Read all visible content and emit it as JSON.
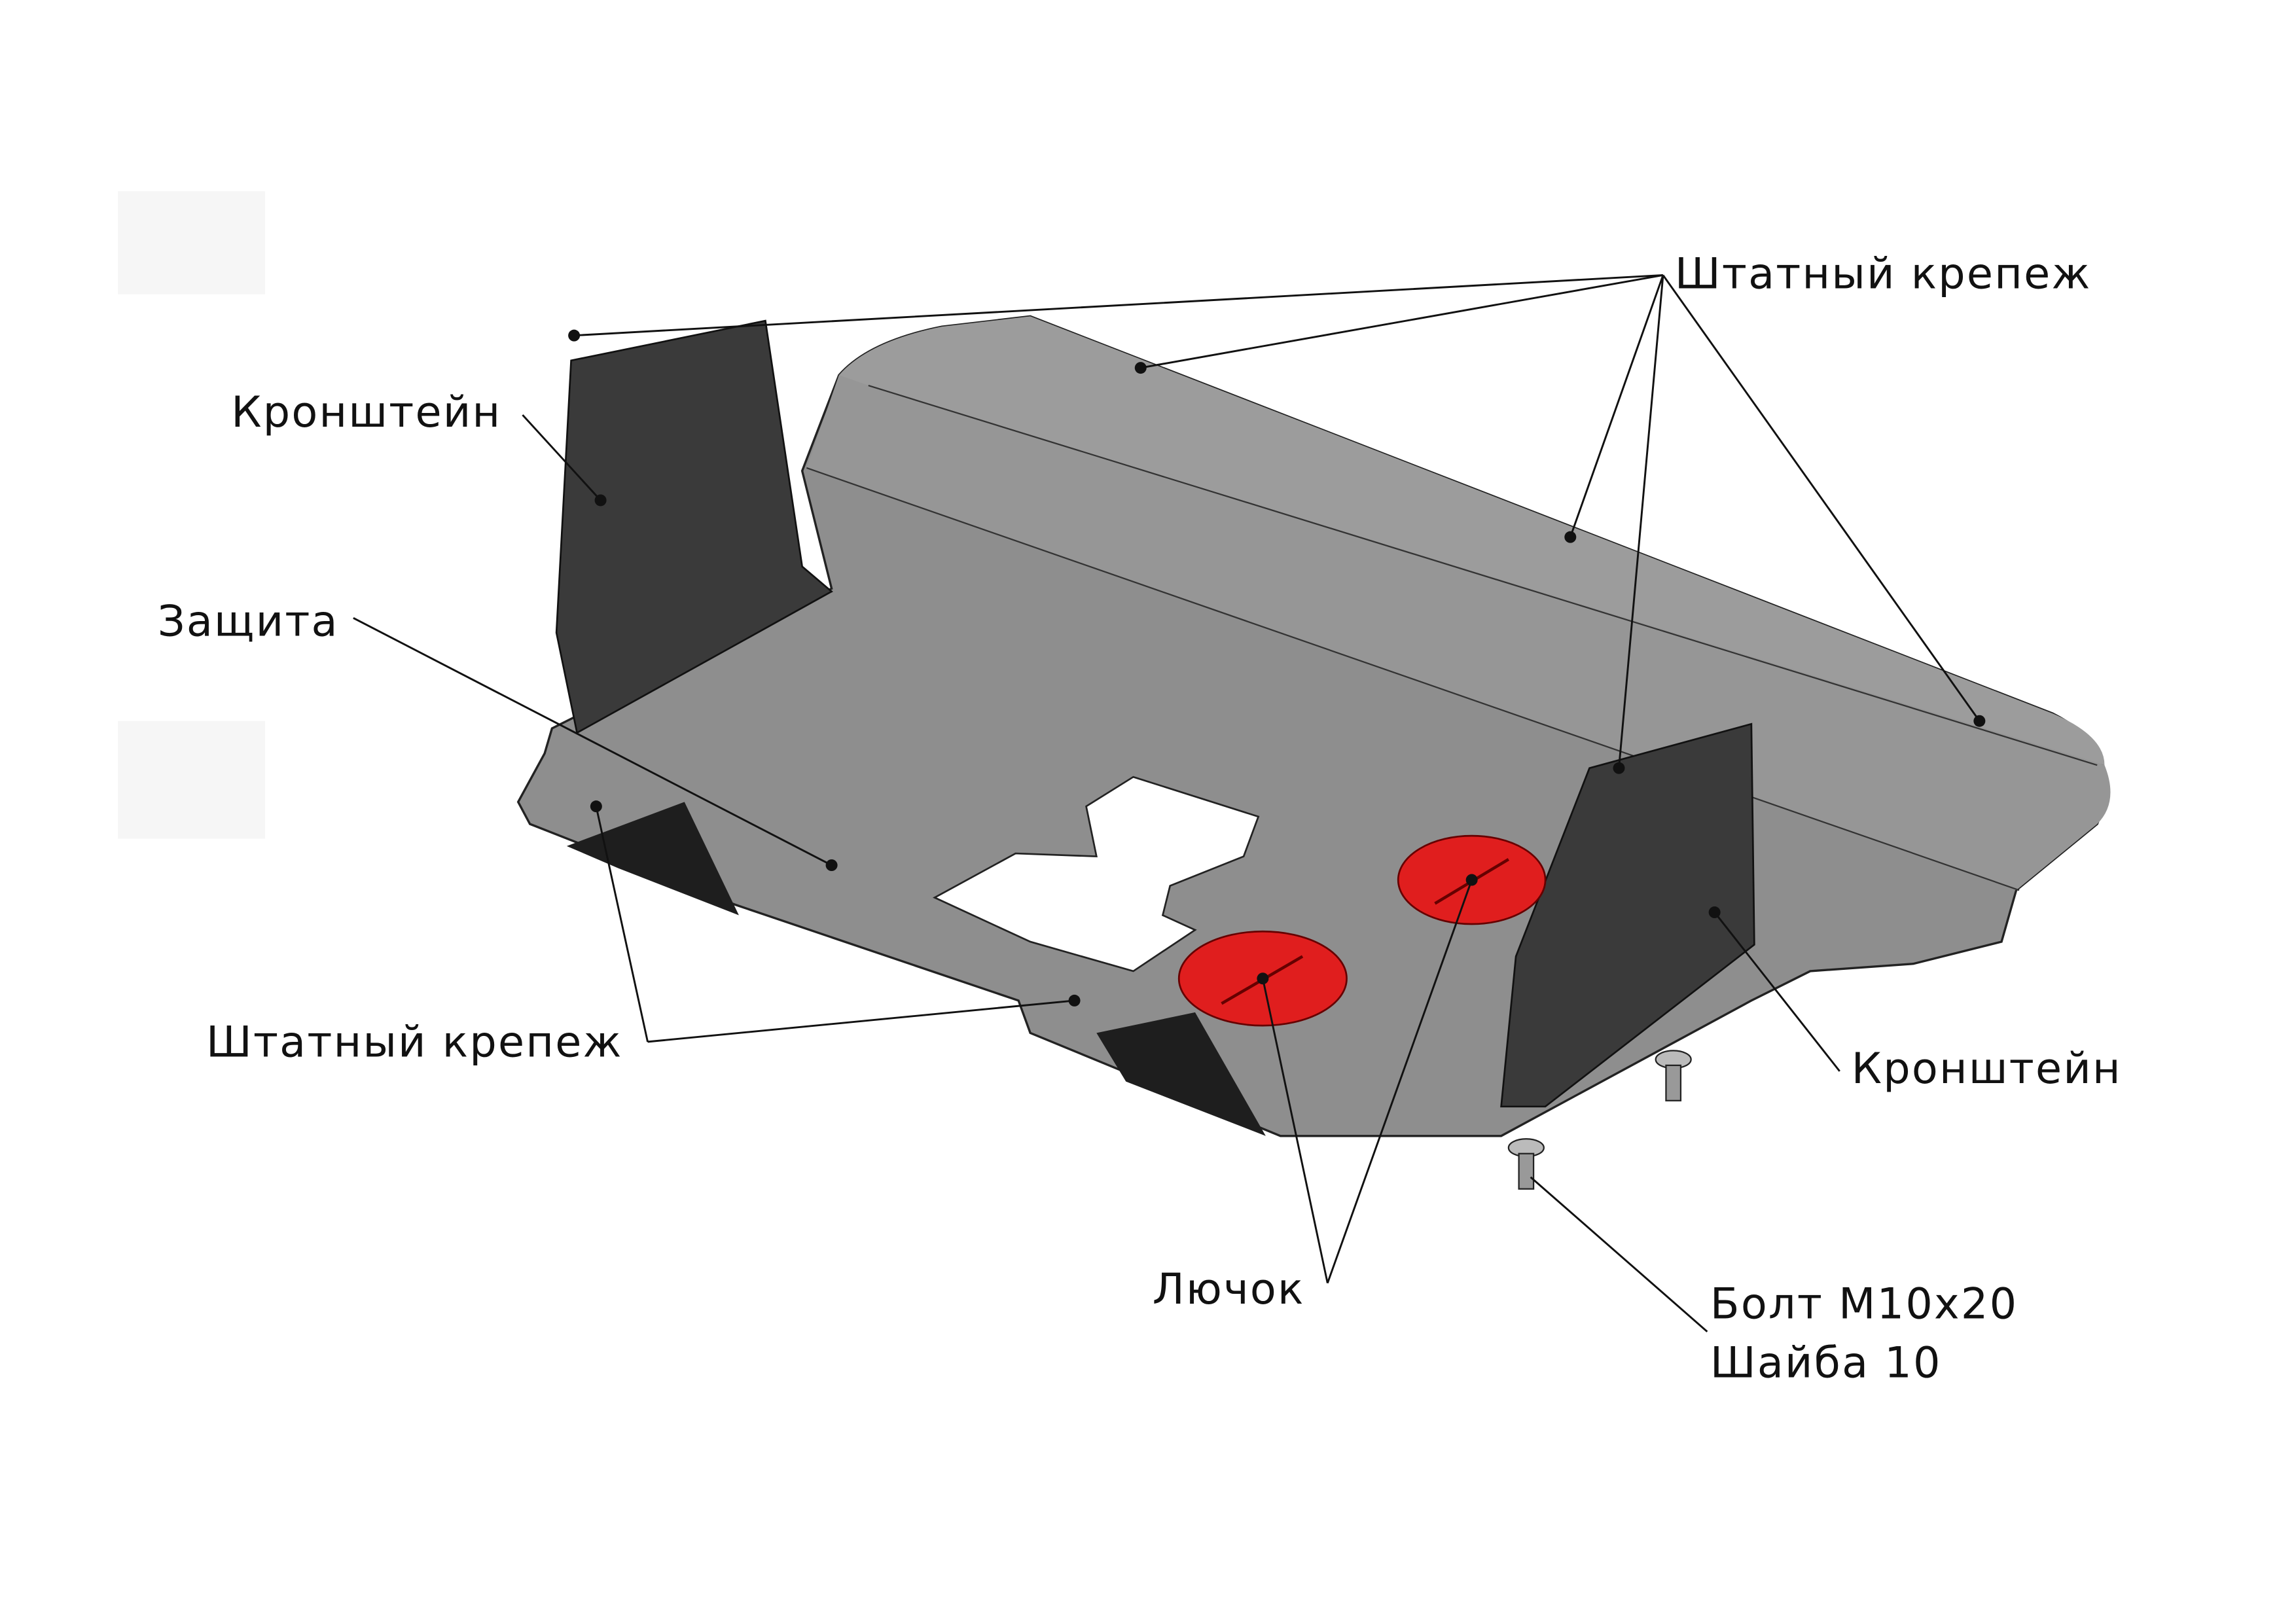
{
  "labels": {
    "fastener_top": "Штатный крепеж",
    "bracket_left": "Кронштейн",
    "guard": "Защита",
    "fastener_bottom": "Штатный крепеж",
    "bracket_right": "Кронштейн",
    "hatch": "Лючок",
    "bolt": "Болт М10х20",
    "washer": "Шайба 10"
  },
  "colors": {
    "plate": "#8e8e8e",
    "bracket": "#3a3a3a",
    "hatch": "#e01e1e"
  }
}
